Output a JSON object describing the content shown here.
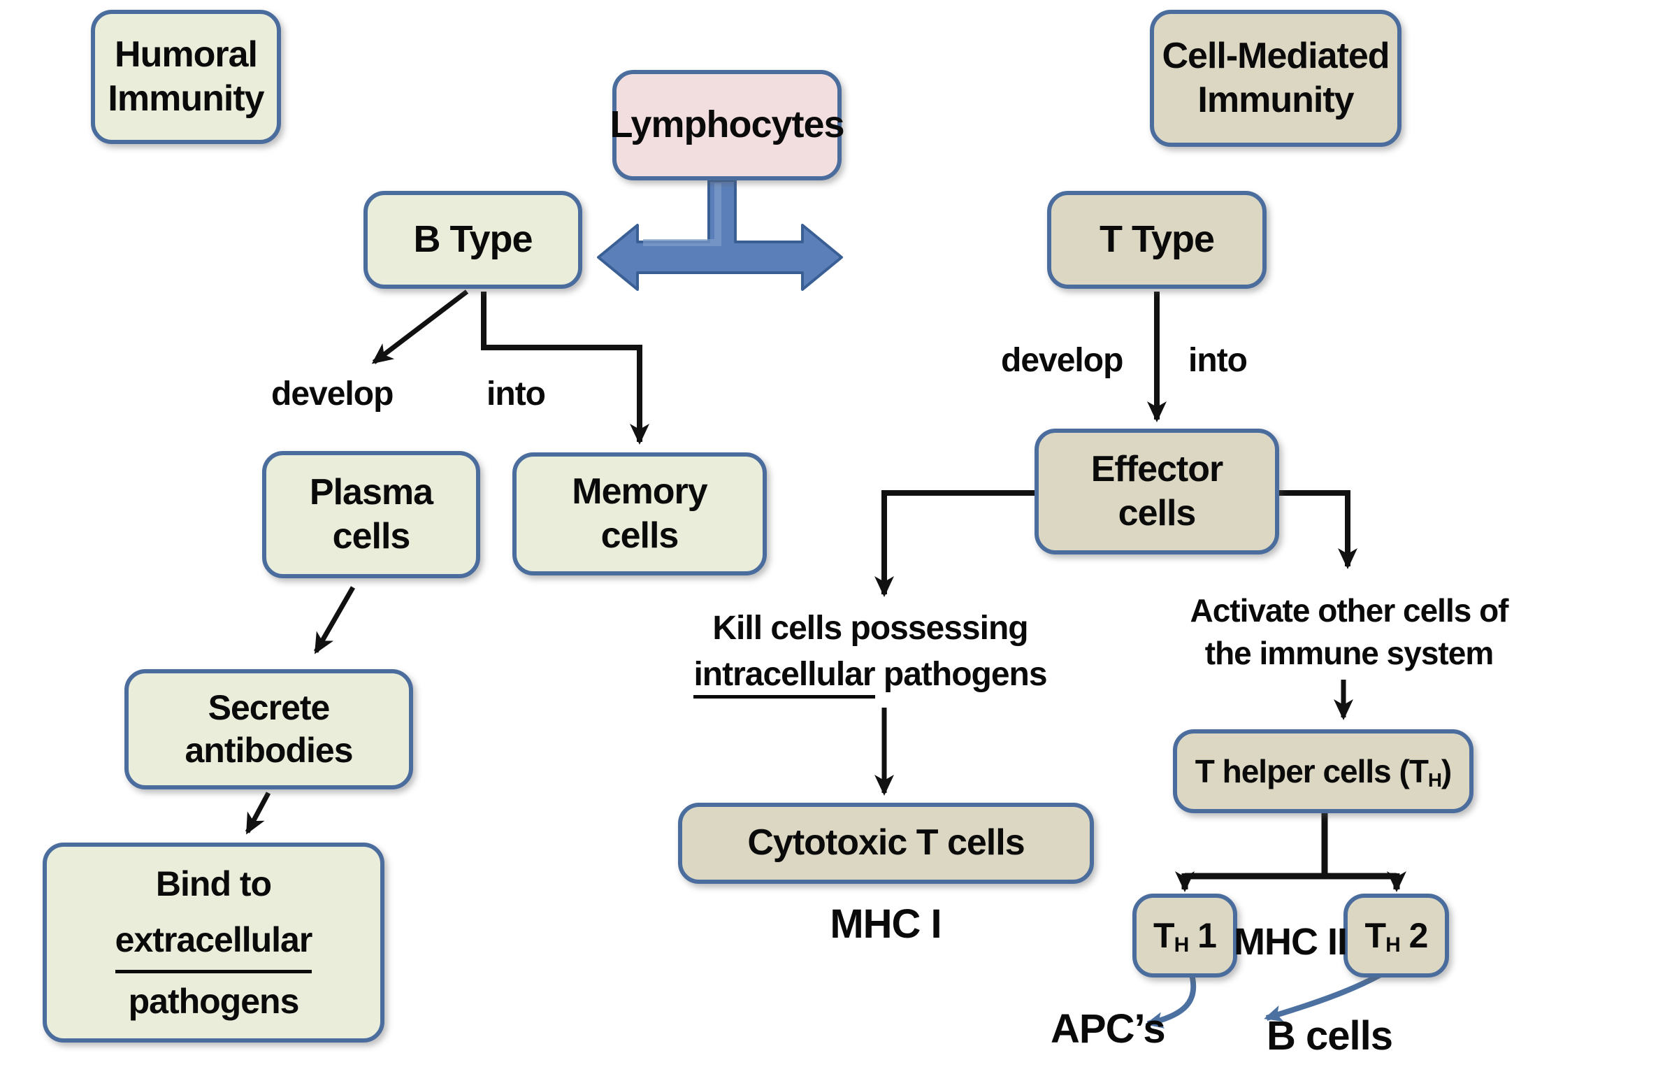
{
  "title": "Lymphocytes differentiation flowchart",
  "colors": {
    "sage": "#e9edda",
    "tan": "#dcd7c2",
    "pink": "#f2dede",
    "border": "#4a6d9e",
    "arrow_blue": "#5b7fb9",
    "arrow_blue_dark": "#3a5f95",
    "connector": "#111111",
    "curve_blue": "#4c70a0"
  },
  "boxes": {
    "humoral": {
      "line1": "Humoral",
      "line2": "Immunity"
    },
    "lymphocytes": {
      "label": "Lymphocytes"
    },
    "cell_mediated": {
      "line1": "Cell-Mediated",
      "line2": "Immunity"
    },
    "b_type": {
      "label": "B Type"
    },
    "t_type": {
      "label": "T Type"
    },
    "plasma": {
      "line1": "Plasma",
      "line2": "cells"
    },
    "memory": {
      "line1": "Memory",
      "line2": "cells"
    },
    "effector": {
      "line1": "Effector",
      "line2": "cells"
    },
    "secrete": {
      "line1": "Secrete",
      "line2": "antibodies"
    },
    "bind": {
      "line1": "Bind to",
      "line2_underlined": "extracellular",
      "line3": "pathogens"
    },
    "cytotoxic": {
      "label": "Cytotoxic T cells"
    },
    "t_helper": {
      "pre": "T helper cells (T",
      "sub": "H",
      "post": ")"
    },
    "th1": {
      "pre": "T",
      "sub": "H",
      "post": " 1"
    },
    "th2": {
      "pre": "T",
      "sub": "H",
      "post": " 2"
    }
  },
  "labels": {
    "develop_left": {
      "word1": "develop",
      "word2": "into"
    },
    "develop_right": {
      "word1": "develop",
      "word2": "into"
    },
    "kill": {
      "line1": "Kill cells possessing",
      "line2_underlined": "intracellular",
      "line2_rest": " pathogens"
    },
    "activate": {
      "line1": "Activate other cells of",
      "line2": "the immune system"
    },
    "mhc1": "MHC I",
    "mhc2": "MHC II",
    "apcs": "APC’s",
    "bcells": "B cells"
  }
}
